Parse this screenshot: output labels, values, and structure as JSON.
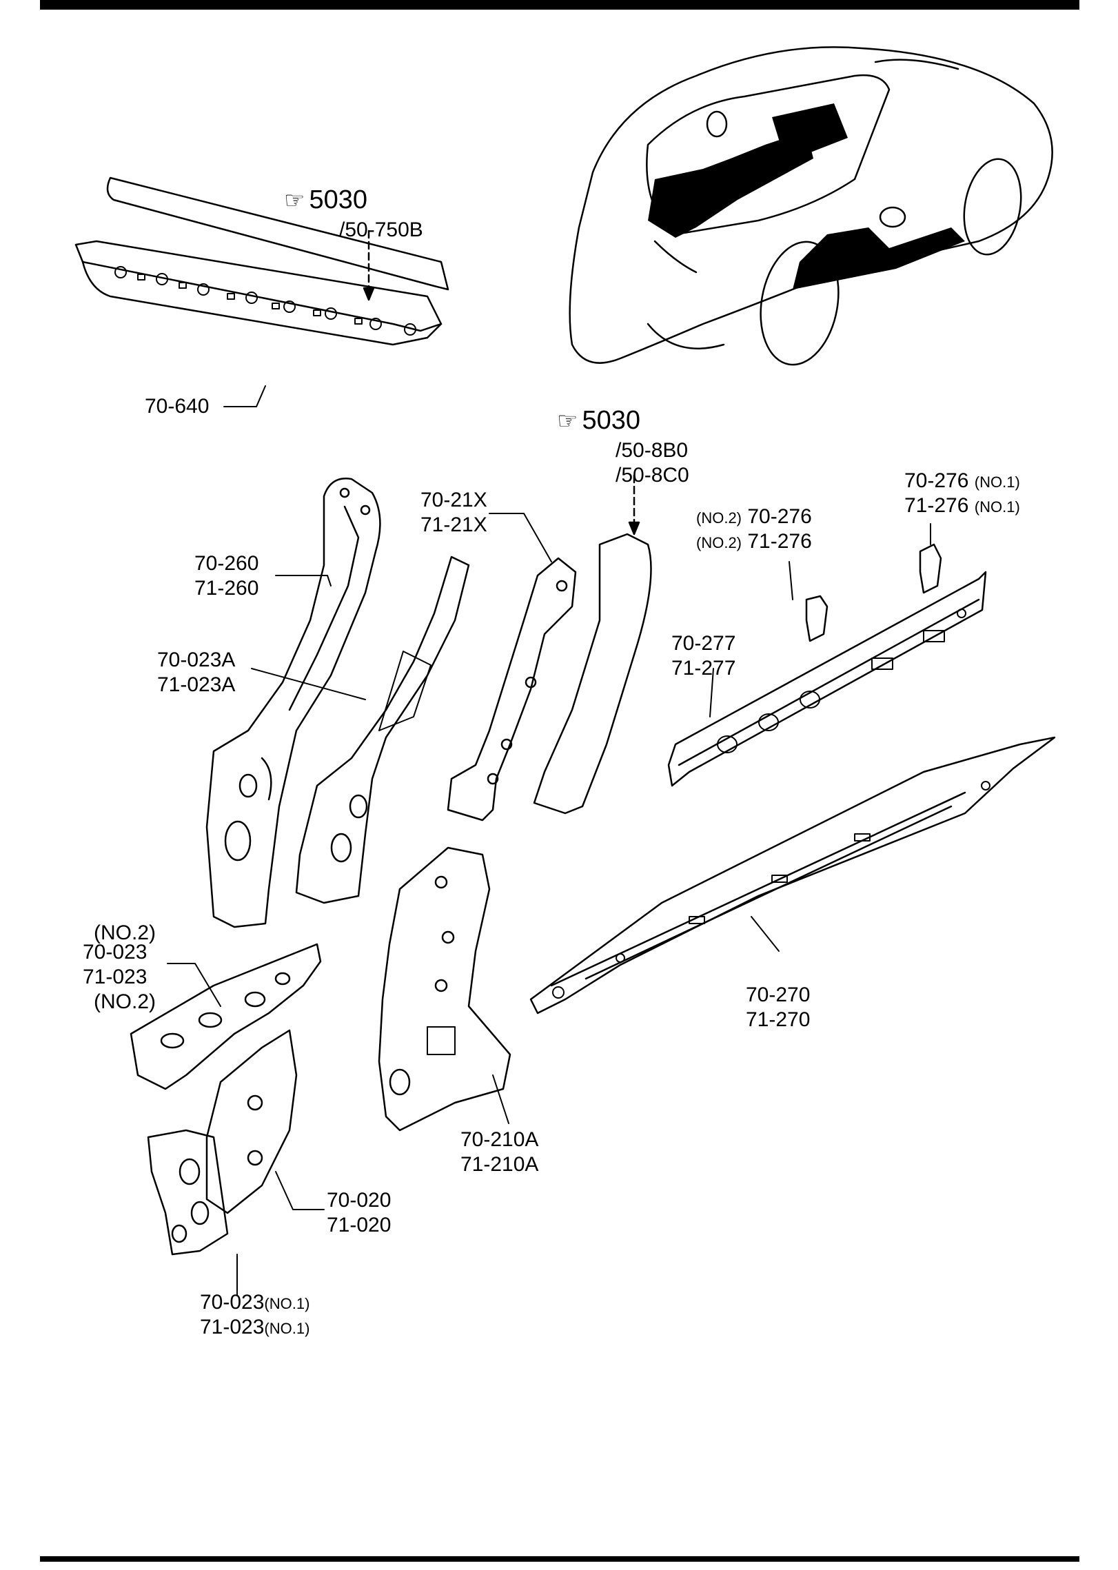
{
  "refs": [
    {
      "icon": "pointing-hand-icon",
      "number": "5030",
      "codes": [
        "/50-750B"
      ]
    },
    {
      "icon": "pointing-hand-icon",
      "number": "5030",
      "codes": [
        "/50-8B0",
        "/50-8C0"
      ]
    }
  ],
  "labels": {
    "p70_640": "70-640",
    "p70_260": "70-260",
    "p71_260": "71-260",
    "p70_023A": "70-023A",
    "p71_023A": "71-023A",
    "p70_21X": "70-21X",
    "p71_21X": "71-21X",
    "p70_276_no2": "70-276",
    "p71_276_no2": "71-276",
    "p70_276_no1": "70-276",
    "p71_276_no1": "71-276",
    "p70_277": "70-277",
    "p71_277": "71-277",
    "p70_270": "70-270",
    "p71_270": "71-270",
    "p70_023_no2": "70-023",
    "p71_023_no2": "71-023",
    "p70_210A": "70-210A",
    "p71_210A": "71-210A",
    "p70_020": "70-020",
    "p71_020": "71-020",
    "p70_023_no1": "70-023",
    "p71_023_no1": "71-023"
  },
  "notes": {
    "no1": "(NO.1)",
    "no2": "(NO.2)"
  }
}
